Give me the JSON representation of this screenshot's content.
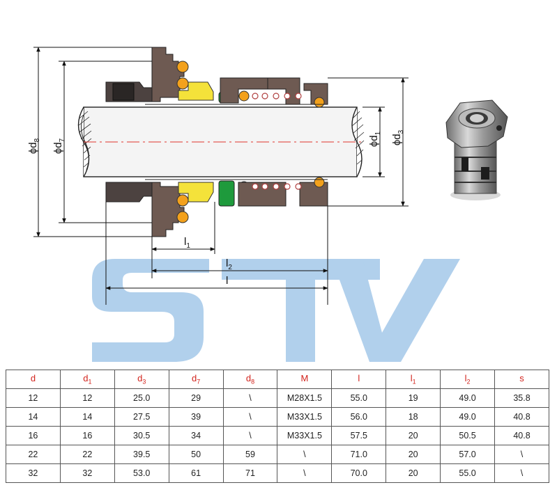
{
  "watermark": "STV",
  "colors": {
    "header_text": "#d2231c",
    "watermark": "#a9cbea",
    "part_brown": "#6e5a52",
    "spring_orange": "#f3a11c",
    "seat_yellow": "#f4e23a",
    "rubber_green": "#1e9a3c"
  },
  "labels": {
    "d8": {
      "main": "ϕd",
      "sub": "8"
    },
    "d7": {
      "main": "ϕd",
      "sub": "7"
    },
    "d1": {
      "main": "ϕd",
      "sub": "1"
    },
    "d3": {
      "main": "ϕd",
      "sub": "3"
    },
    "l1": {
      "main": "l",
      "sub": "1"
    },
    "l2": {
      "main": "l",
      "sub": "2"
    },
    "l": {
      "main": "l",
      "sub": ""
    }
  },
  "table": {
    "headers": [
      {
        "main": "d",
        "sub": ""
      },
      {
        "main": "d",
        "sub": "1"
      },
      {
        "main": "d",
        "sub": "3"
      },
      {
        "main": "d",
        "sub": "7"
      },
      {
        "main": "d",
        "sub": "8"
      },
      {
        "main": "M",
        "sub": ""
      },
      {
        "main": "l",
        "sub": ""
      },
      {
        "main": "l",
        "sub": "1"
      },
      {
        "main": "l",
        "sub": "2"
      },
      {
        "main": "s",
        "sub": ""
      }
    ],
    "rows": [
      [
        "12",
        "12",
        "25.0",
        "29",
        "\\",
        "M28X1.5",
        "55.0",
        "19",
        "49.0",
        "35.8"
      ],
      [
        "14",
        "14",
        "27.5",
        "39",
        "\\",
        "M33X1.5",
        "56.0",
        "18",
        "49.0",
        "40.8"
      ],
      [
        "16",
        "16",
        "30.5",
        "34",
        "\\",
        "M33X1.5",
        "57.5",
        "20",
        "50.5",
        "40.8"
      ],
      [
        "22",
        "22",
        "39.5",
        "50",
        "59",
        "\\",
        "71.0",
        "20",
        "57.0",
        "\\"
      ],
      [
        "32",
        "32",
        "53.0",
        "61",
        "71",
        "\\",
        "70.0",
        "20",
        "55.0",
        "\\"
      ]
    ]
  }
}
